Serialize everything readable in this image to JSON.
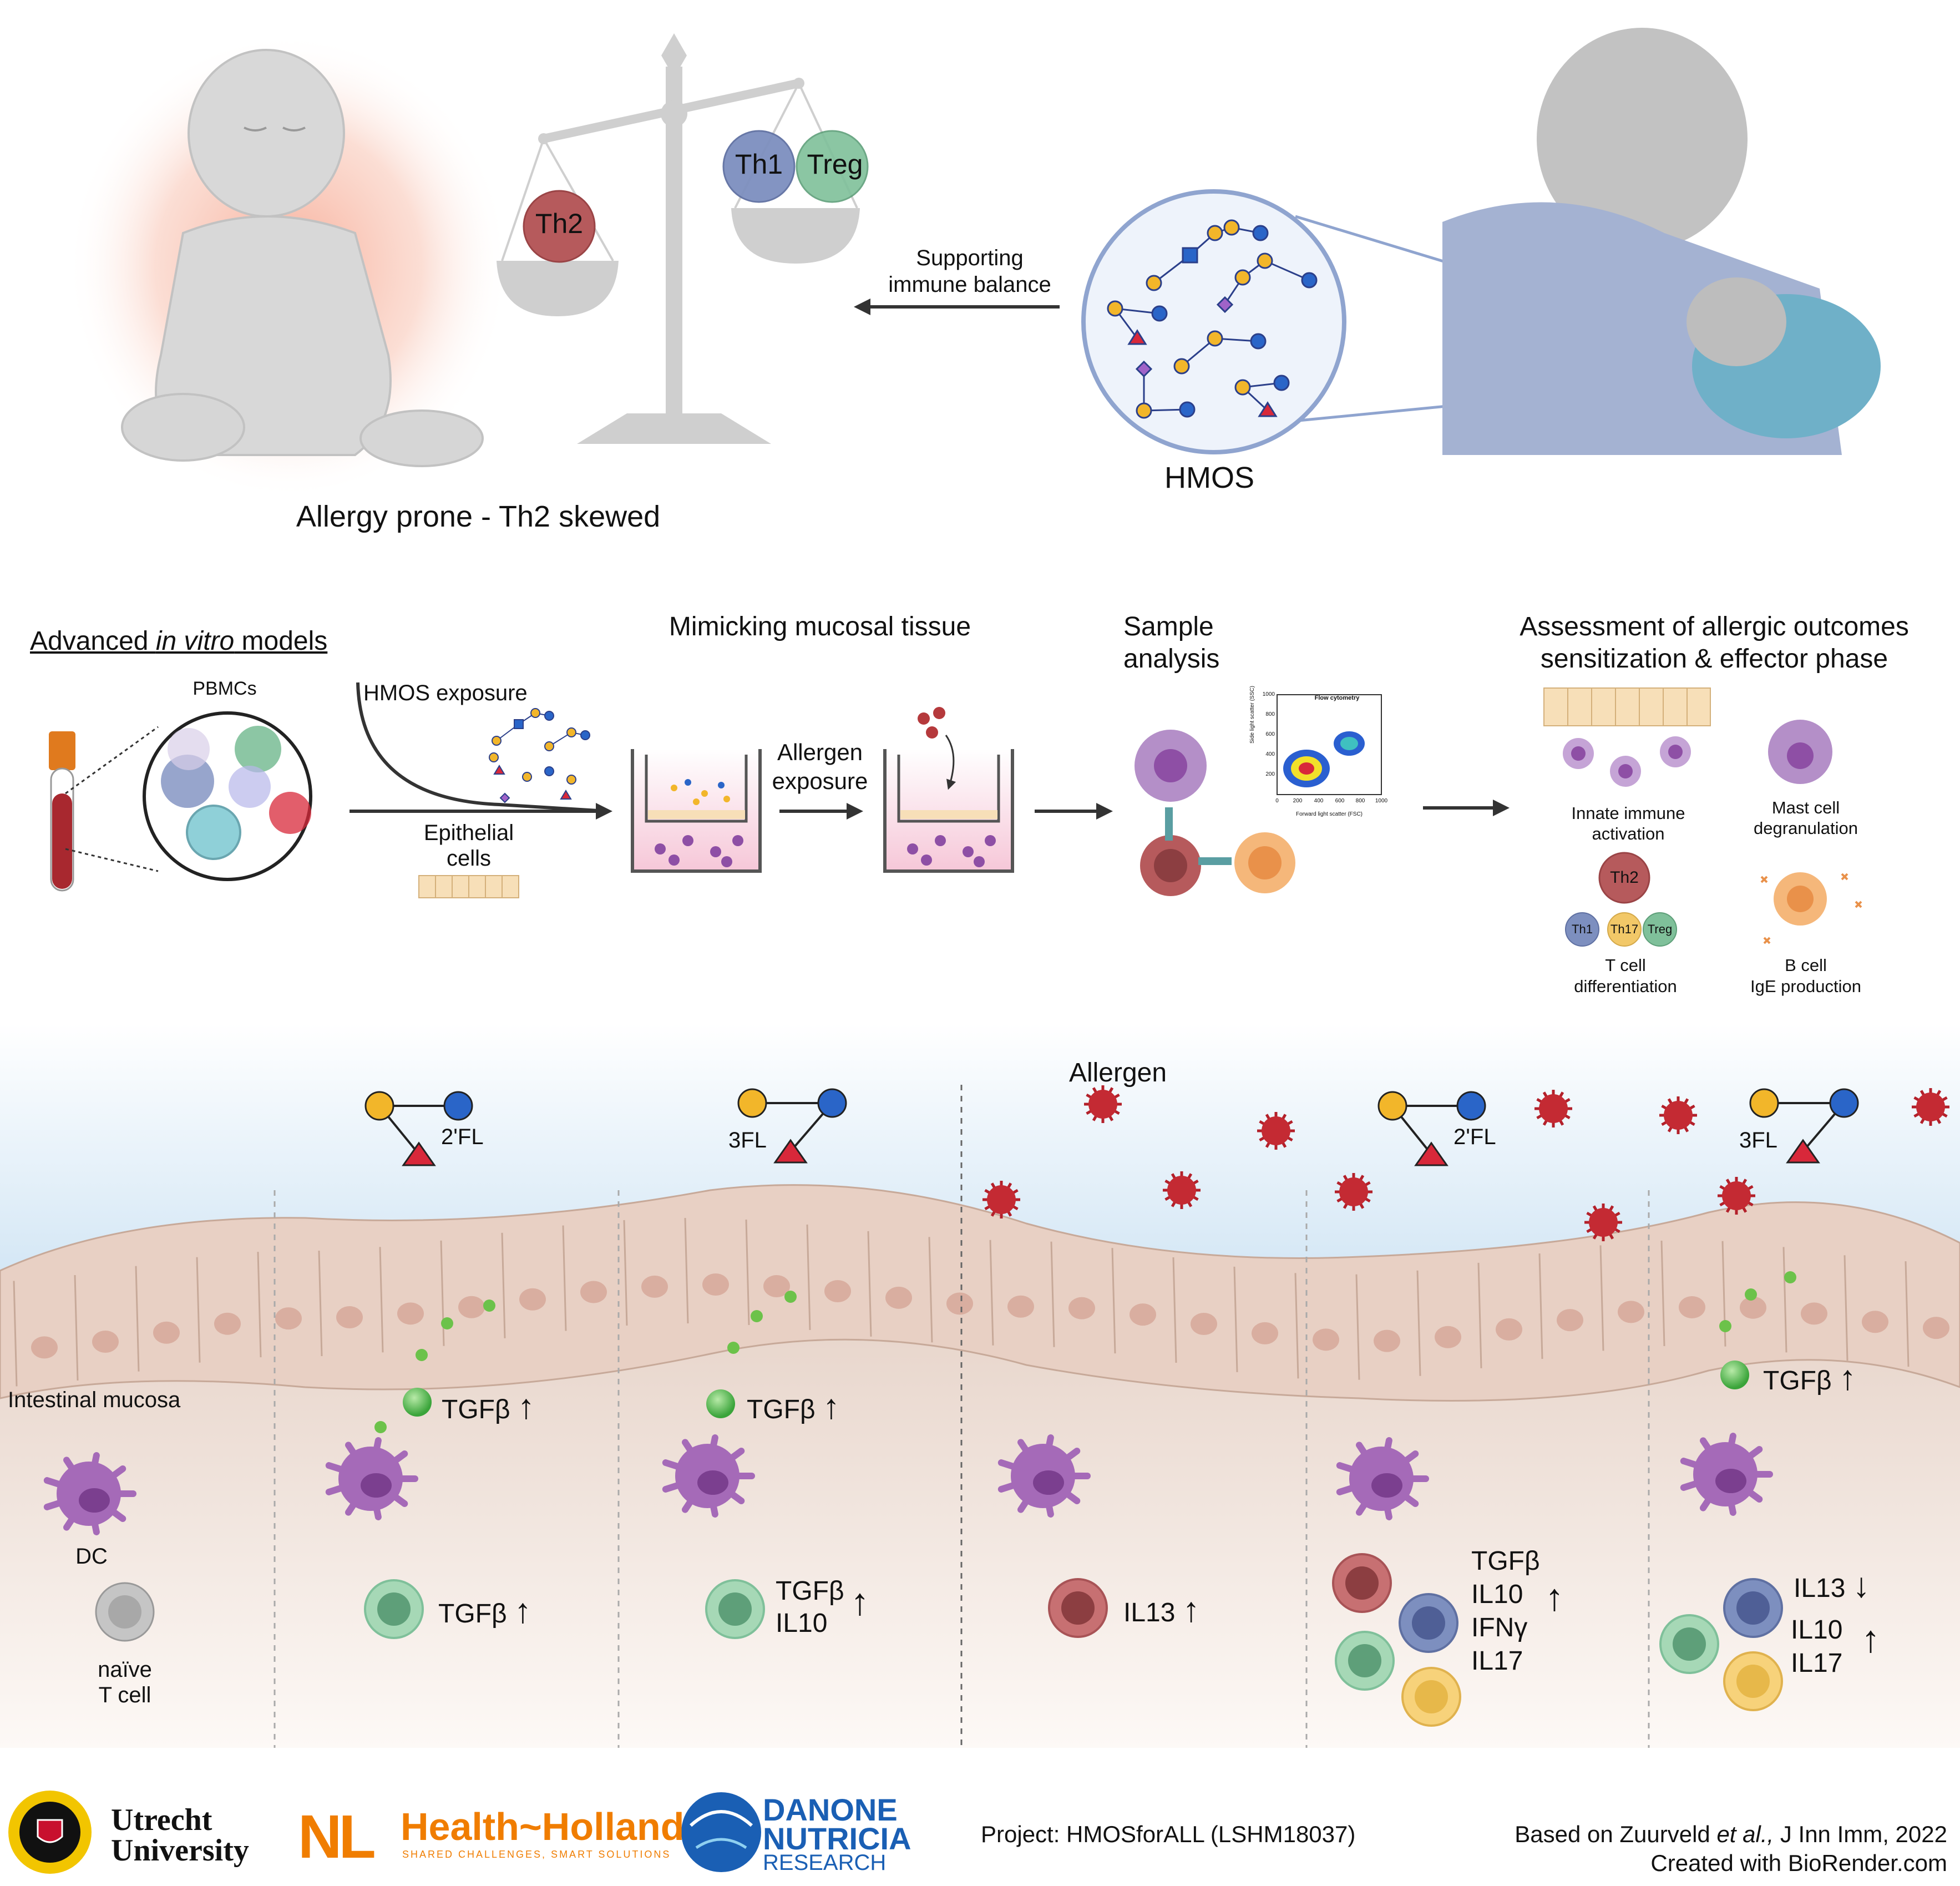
{
  "colors": {
    "th2": "#b65a5c",
    "th1": "#7d8fbf",
    "treg": "#7fc09a",
    "th17": "#f2c868",
    "dc": "#a56ab8",
    "glucose": "#f2b62a",
    "galactose": "#2a65c8",
    "fucose": "#d8283a",
    "tissue": "#e9d8cc",
    "balance": "#cfcfcf",
    "arrow": "#333333"
  },
  "top": {
    "baby_caption": "Allergy prone - Th2 skewed",
    "scale_labels": {
      "th2": "Th2",
      "th1": "Th1",
      "treg": "Treg"
    },
    "supporting_line1": "Supporting",
    "supporting_line2": "immune balance",
    "hmos_label": "HMOS"
  },
  "middle": {
    "adv_prefix": "Advanced ",
    "adv_italic": "in vitro",
    "adv_suffix": " models",
    "pbmcs": "PBMCs",
    "hmos_exposure": "HMOS exposure",
    "epithelial1": "Epithelial",
    "epithelial2": "cells",
    "mimicking": "Mimicking mucosal tissue",
    "allergen1": "Allergen",
    "allergen2": "exposure",
    "sample1": "Sample",
    "sample2": "analysis",
    "flow_title": "Flow cytometry",
    "flow_xlabel": "Forward light scatter (FSC)",
    "flow_ylabel": "Side light scatter (SSC)",
    "flow_xticks": [
      "0",
      "200",
      "400",
      "600",
      "800",
      "1000"
    ],
    "flow_yticks": [
      "1000",
      "800",
      "600",
      "400",
      "200"
    ],
    "assess1": "Assessment of allergic outcomes",
    "assess2": "sensitization & effector phase",
    "innate1": "Innate immune",
    "innate2": "activation",
    "mast1": "Mast cell",
    "mast2": "degranulation",
    "th2": "Th2",
    "th1": "Th1",
    "th17": "Th17",
    "treg": "Treg",
    "tdiff1": "T cell",
    "tdiff2": "differentiation",
    "bcell1": "B cell",
    "bcell2": "IgE production"
  },
  "bottom": {
    "allergen": "Allergen",
    "mucosa": "Intestinal mucosa",
    "dc": "DC",
    "naive1": "naïve",
    "naive2": "T cell",
    "fl2": "2'FL",
    "fl3": "3FL",
    "tgfb": "TGFβ",
    "il10": "IL10",
    "il13": "IL13",
    "ifng": "IFNγ",
    "il17": "IL17",
    "arrow_up": "↑",
    "arrow_down": "↓"
  },
  "footer": {
    "uu1": "Utrecht",
    "uu2": "University",
    "nl": "NL",
    "hh": "Health~Holland",
    "hh_sub": "SHARED CHALLENGES, SMART SOLUTIONS",
    "danone1": "DANONE",
    "danone2": "NUTRICIA",
    "danone3": "RESEARCH",
    "project": "Project: HMOSforALL (LSHM18037)",
    "based_prefix": "Based on Zuurveld ",
    "based_italic": "et al.,",
    "based_suffix": " J Inn Imm, 2022",
    "created": "Created with BioRender.com"
  }
}
